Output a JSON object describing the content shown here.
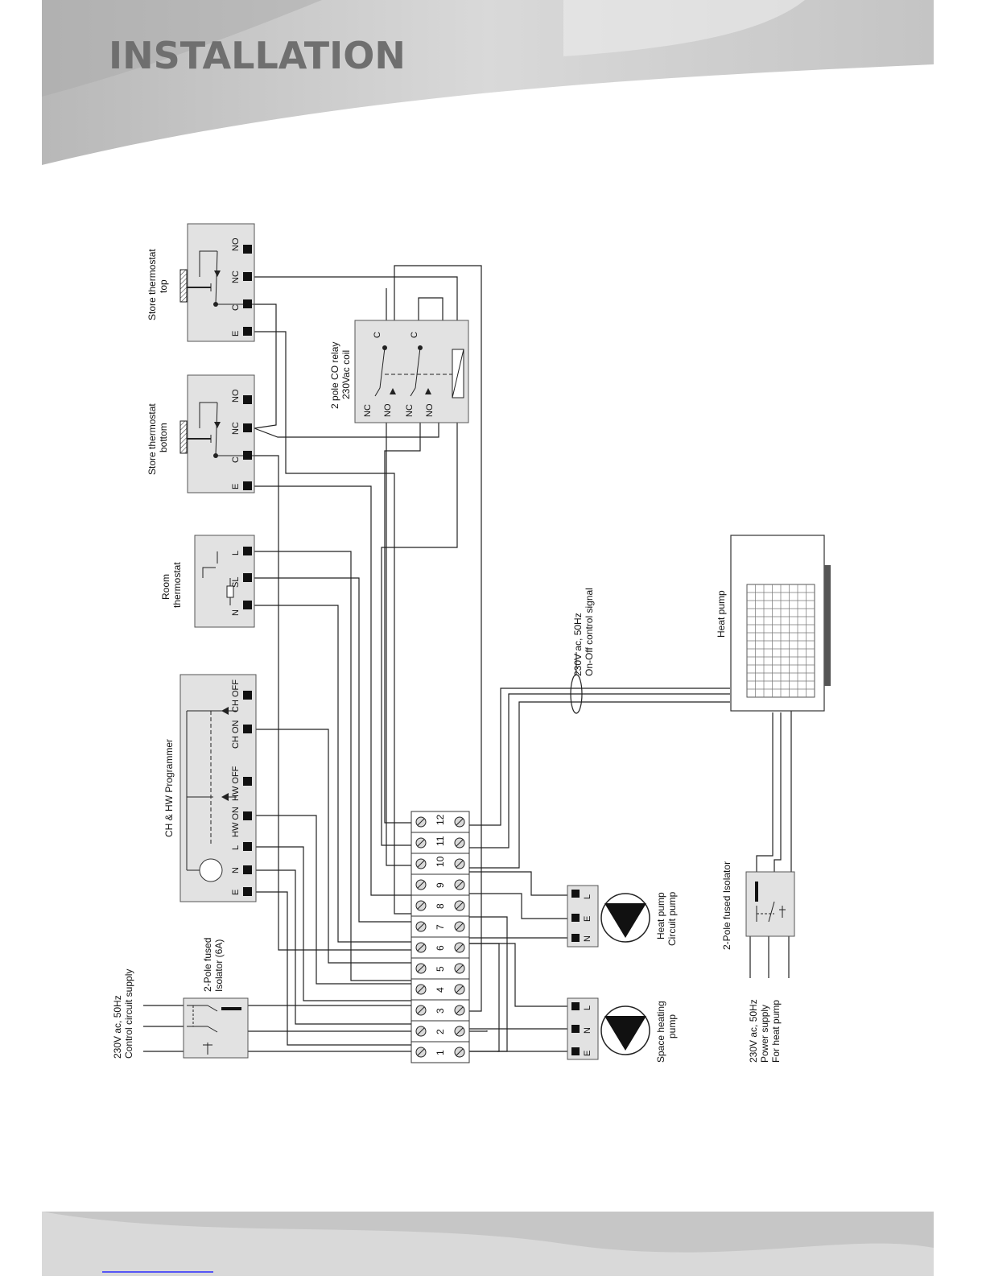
{
  "header": {
    "title": "INSTALLATION"
  },
  "supply_control": {
    "label1": "230V ac, 50Hz",
    "label2": "Control circuit supply"
  },
  "isolator_6a": {
    "label1": "2-Pole fused",
    "label2": "Isolator (6A)"
  },
  "programmer": {
    "label": "CH & HW Programmer",
    "terminals": [
      "E",
      "N",
      "L",
      "HW ON",
      "HW OFF",
      "CH ON",
      "CH OFF"
    ]
  },
  "room_thermostat": {
    "label1": "Room",
    "label2": "thermostat",
    "terminals": [
      "N",
      "SL",
      "L"
    ]
  },
  "store_bottom": {
    "label1": "Store thermostat",
    "label2": "bottom",
    "terminals": [
      "E",
      "C",
      "NC",
      "NO"
    ]
  },
  "store_top": {
    "label1": "Store thermostat",
    "label2": "top",
    "terminals": [
      "E",
      "C",
      "NC",
      "NO"
    ]
  },
  "relay": {
    "label1": "2 pole CO relay",
    "label2": "230Vac coil",
    "terminals": [
      "NC",
      "NO",
      "NC",
      "NO",
      "C",
      "C"
    ]
  },
  "terminal_strip": [
    "1",
    "2",
    "3",
    "4",
    "5",
    "6",
    "7",
    "8",
    "9",
    "10",
    "11",
    "12"
  ],
  "space_pump": {
    "label1": "Space heating",
    "label2": "pump",
    "terminals": [
      "E",
      "N",
      "L"
    ]
  },
  "hp_pump": {
    "label1": "Heat pump",
    "label2": "Circuit pump",
    "terminals": [
      "N",
      "E",
      "L"
    ]
  },
  "control_signal": {
    "label1": "230V ac, 50Hz",
    "label2": "On-Off control signal"
  },
  "heat_pump": {
    "label": "Heat pump"
  },
  "isolator_hp": {
    "label": "2-Pole fused Isolator"
  },
  "supply_hp": {
    "label1": "230V ac, 50Hz",
    "label2": "Power supply",
    "label3": "For heat pump"
  }
}
